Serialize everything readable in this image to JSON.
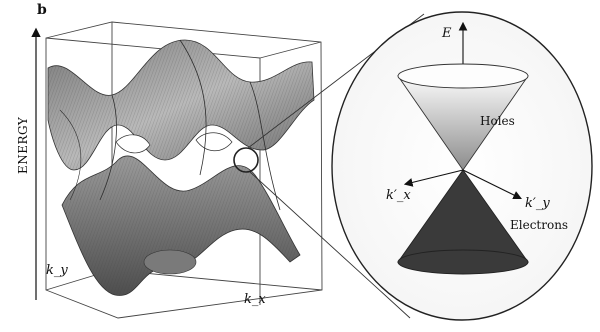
{
  "figure": {
    "panel_label": "b",
    "surface_axes": {
      "energy_label": "ENERGY",
      "ky_label": "k_y",
      "kx_label": "k_x"
    },
    "cone_inset": {
      "energy_axis_label": "E",
      "upper_cone_label": "Holes",
      "lower_cone_label": "Electrons",
      "kx_prime_label": "k′_x",
      "ky_prime_label": "k′_y"
    }
  },
  "colors": {
    "surface_dark": "#555555",
    "surface_light": "#bdbdbd",
    "lower_cone": "#3a3a3a",
    "upper_cone_top": "#fbfbfb",
    "upper_cone_bottom": "#8c8c8c",
    "outline": "#222222"
  }
}
